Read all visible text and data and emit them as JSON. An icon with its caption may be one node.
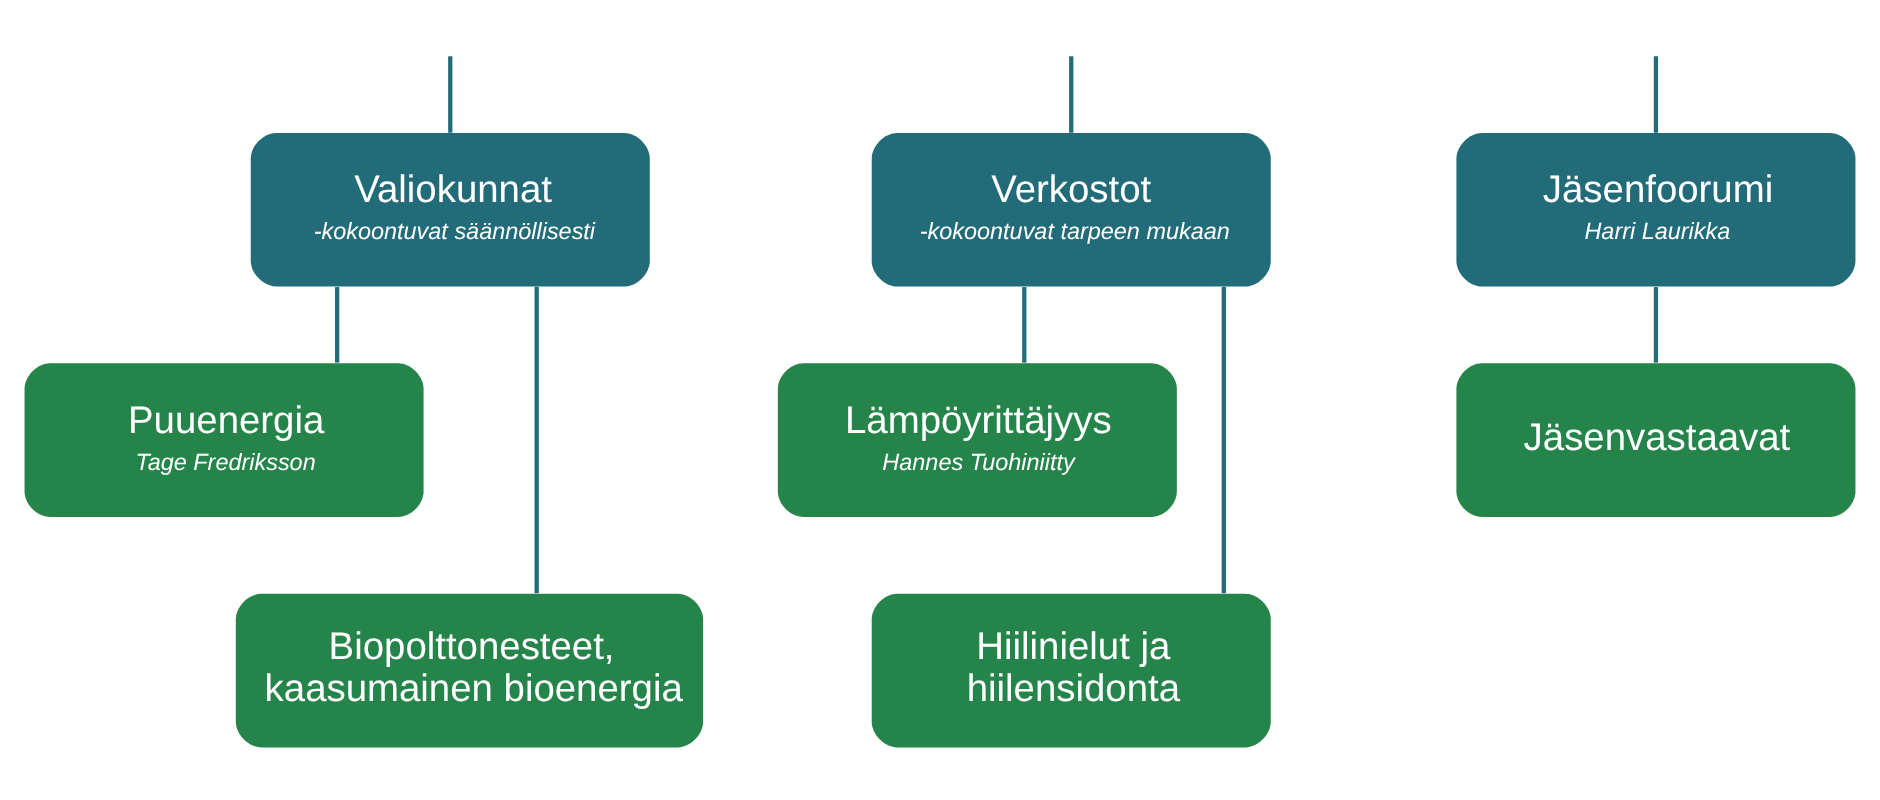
{
  "diagram": {
    "nodes": [
      {
        "text": [
          "Valiokunnat",
          "-kokoontuvat säännöllisesti"
        ]
      },
      {
        "text": [
          "Verkostot",
          "-kokoontuvat tarpeen mukaan"
        ]
      },
      {
        "text": [
          "Jäsenfoorumi",
          "Harri Laurikka"
        ]
      },
      {
        "text": [
          "Puuenergia",
          "Tage Fredriksson"
        ]
      },
      {
        "text": [
          "Biopolttonesteet, kaasumainen bioenergia"
        ]
      },
      {
        "text": [
          "Lämpöyrittäjyys",
          "Hannes Tuohiniitty"
        ]
      },
      {
        "text": [
          "Hiilinielut ja hiilensidonta"
        ]
      },
      {
        "text": [
          "Jäsenvastaavat"
        ]
      }
    ],
    "edges": [
      {
        "from": null,
        "to": 0,
        "arrow": "none"
      },
      {
        "from": null,
        "to": 1,
        "arrow": "none"
      },
      {
        "from": null,
        "to": 2,
        "arrow": "none"
      },
      {
        "from": 0,
        "to": 3,
        "arrow": "none"
      },
      {
        "from": 0,
        "to": 4,
        "arrow": "none"
      },
      {
        "from": 1,
        "to": 5,
        "arrow": "none"
      },
      {
        "from": 1,
        "to": 6,
        "arrow": "none"
      },
      {
        "from": 2,
        "to": 7,
        "arrow": "none"
      }
    ]
  }
}
